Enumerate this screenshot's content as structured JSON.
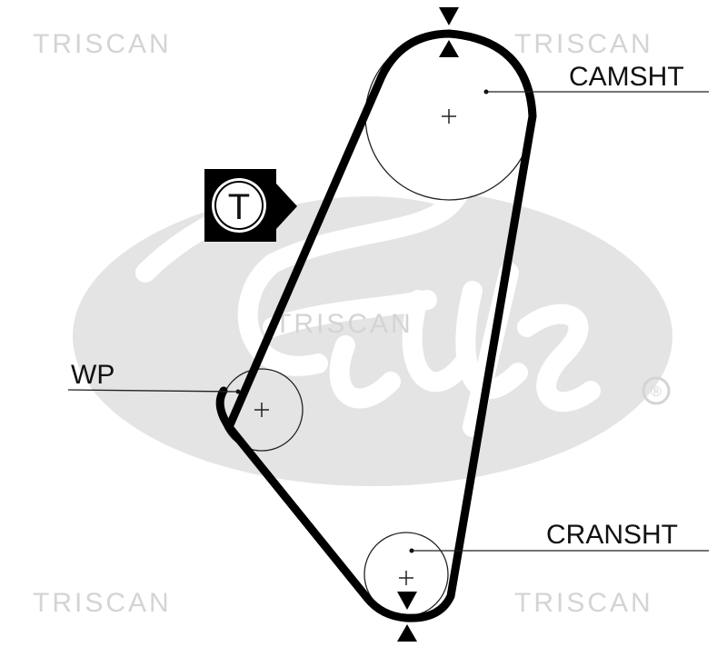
{
  "watermarks": {
    "triscan": "TRISCAN",
    "registered_mark": "®"
  },
  "colors": {
    "belt": "#000000",
    "watermark": "#d4d4d4",
    "gates_logo": "#e4e4e4"
  },
  "labels": {
    "camshaft": "CAMSHT",
    "water_pump": "WP",
    "crankshaft": "CRANSHT",
    "tensioner": "T"
  },
  "icons": {
    "timing_mark_top": "double-triangle-marker",
    "timing_mark_bottom": "double-triangle-marker",
    "tensioner": "tensioner-tag-icon"
  }
}
